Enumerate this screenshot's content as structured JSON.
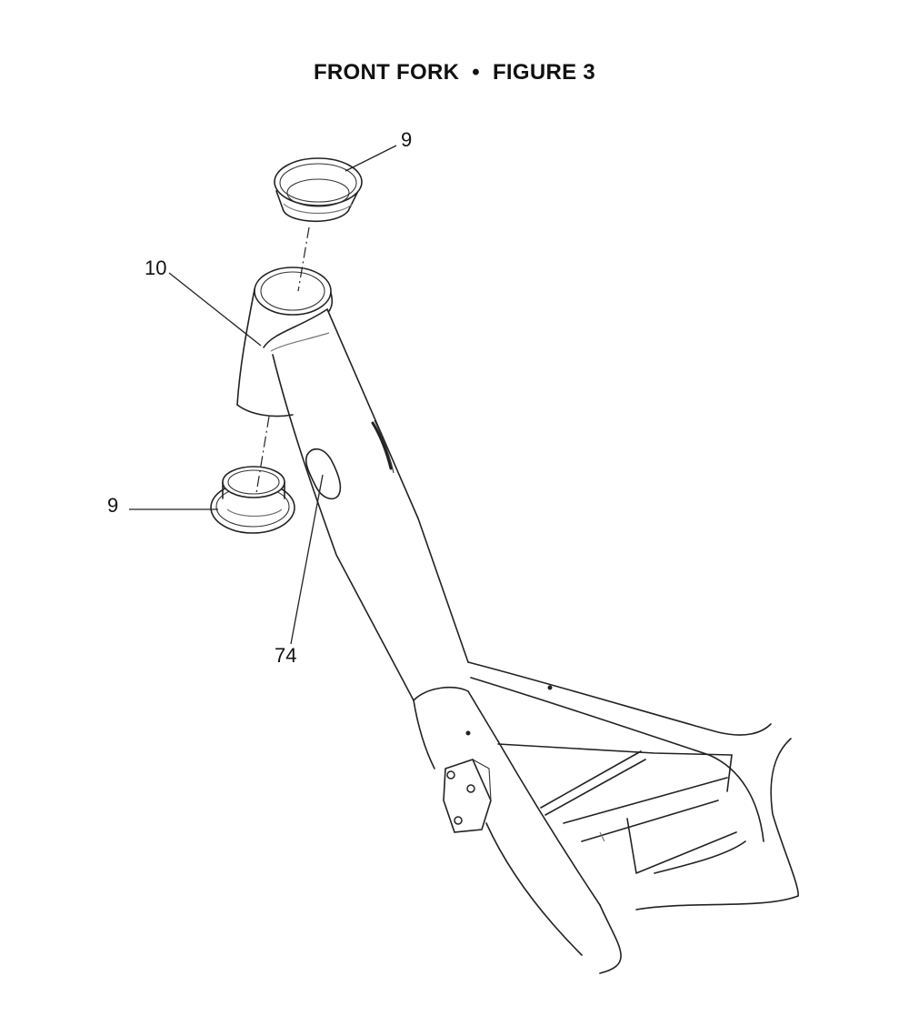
{
  "figure": {
    "title_left": "FRONT FORK",
    "title_sep": "•",
    "title_right": "FIGURE 3"
  },
  "callouts": {
    "cup_top": "9",
    "head_tube": "10",
    "cup_bottom": "9",
    "plate": "74"
  }
}
